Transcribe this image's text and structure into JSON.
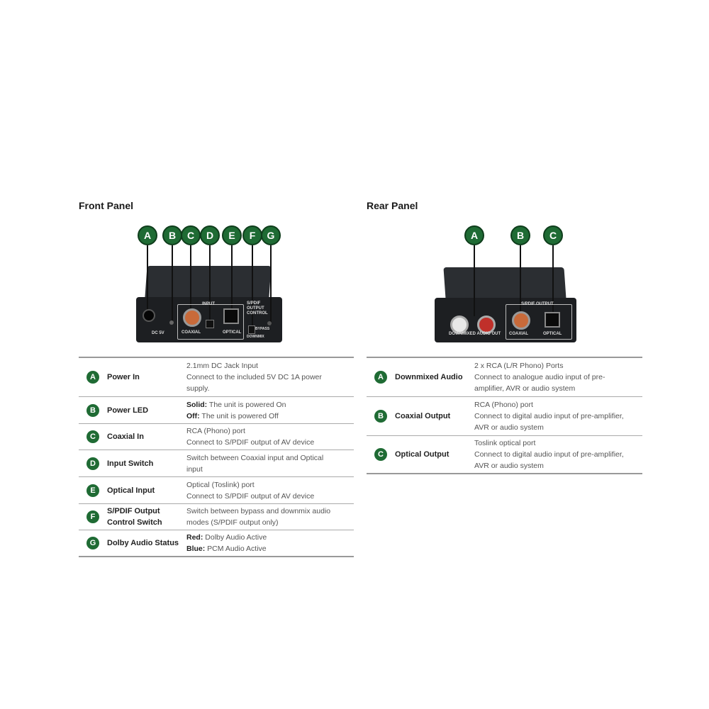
{
  "front": {
    "title": "Front Panel",
    "labels": {
      "dc": "DC 5V",
      "input": "INPUT",
      "coaxial": "COAXIAL",
      "optical": "OPTICAL",
      "spdif": "S/PDIF",
      "output": "OUTPUT",
      "control": "CONTROL",
      "bypass": "BYPASS",
      "downmix": "DOWNMIX"
    },
    "callouts": [
      "A",
      "B",
      "C",
      "D",
      "E",
      "F",
      "G"
    ],
    "rows": [
      {
        "letter": "A",
        "name": "Power In",
        "lines": [
          {
            "strong": "",
            "text": "2.1mm DC Jack Input"
          },
          {
            "strong": "",
            "text": "Connect to the included 5V DC 1A power"
          },
          {
            "strong": "",
            "text": "supply."
          }
        ]
      },
      {
        "letter": "B",
        "name": "Power LED",
        "lines": [
          {
            "strong": "Solid:",
            "text": "The unit is powered On"
          },
          {
            "strong": "Off:",
            "text": "The unit is powered Off"
          }
        ]
      },
      {
        "letter": "C",
        "name": "Coaxial In",
        "lines": [
          {
            "strong": "",
            "text": "RCA (Phono) port"
          },
          {
            "strong": "",
            "text": "Connect to S/PDIF output of AV device"
          }
        ]
      },
      {
        "letter": "D",
        "name": "Input Switch",
        "lines": [
          {
            "strong": "",
            "text": "Switch between Coaxial input and Optical"
          },
          {
            "strong": "",
            "text": "input"
          }
        ]
      },
      {
        "letter": "E",
        "name": "Optical Input",
        "lines": [
          {
            "strong": "",
            "text": "Optical (Toslink) port"
          },
          {
            "strong": "",
            "text": "Connect to S/PDIF output of AV device"
          }
        ]
      },
      {
        "letter": "F",
        "name": "S/PDIF Output Control Switch",
        "name1": "S/PDIF Output",
        "name2": "Control Switch",
        "lines": [
          {
            "strong": "",
            "text": "Switch between bypass and downmix audio"
          },
          {
            "strong": "",
            "text": "modes (S/PDIF output only)"
          }
        ]
      },
      {
        "letter": "G",
        "name": "Dolby Audio Status",
        "lines": [
          {
            "strong": "Red:",
            "text": "Dolby Audio Active"
          },
          {
            "strong": "Blue:",
            "text": "PCM Audio Active"
          }
        ]
      }
    ]
  },
  "rear": {
    "title": "Rear Panel",
    "labels": {
      "downmixed": "DOWNMIXED AUDIO OUT",
      "spdif_output": "S/PDIF OUTPUT",
      "coaxial": "COAXIAL",
      "optical": "OPTICAL"
    },
    "callouts": [
      "A",
      "B",
      "C"
    ],
    "rows": [
      {
        "letter": "A",
        "name": "Downmixed Audio",
        "lines": [
          {
            "strong": "",
            "text": "2 x RCA (L/R Phono) Ports"
          },
          {
            "strong": "",
            "text": "Connect to analogue audio input of pre-"
          },
          {
            "strong": "",
            "text": "amplifier, AVR or audio system"
          }
        ]
      },
      {
        "letter": "B",
        "name": "Coaxial Output",
        "lines": [
          {
            "strong": "",
            "text": "RCA (Phono) port"
          },
          {
            "strong": "",
            "text": "Connect to digital audio input of pre-amplifier,"
          },
          {
            "strong": "",
            "text": "AVR or audio system"
          }
        ]
      },
      {
        "letter": "C",
        "name": "Optical Output",
        "lines": [
          {
            "strong": "",
            "text": "Toslink optical port"
          },
          {
            "strong": "",
            "text": "Connect to digital audio input of pre-amplifier,"
          },
          {
            "strong": "",
            "text": "AVR or audio system"
          }
        ]
      }
    ]
  },
  "colors": {
    "accent": "#1f6b34",
    "device": "#1d1f22"
  }
}
